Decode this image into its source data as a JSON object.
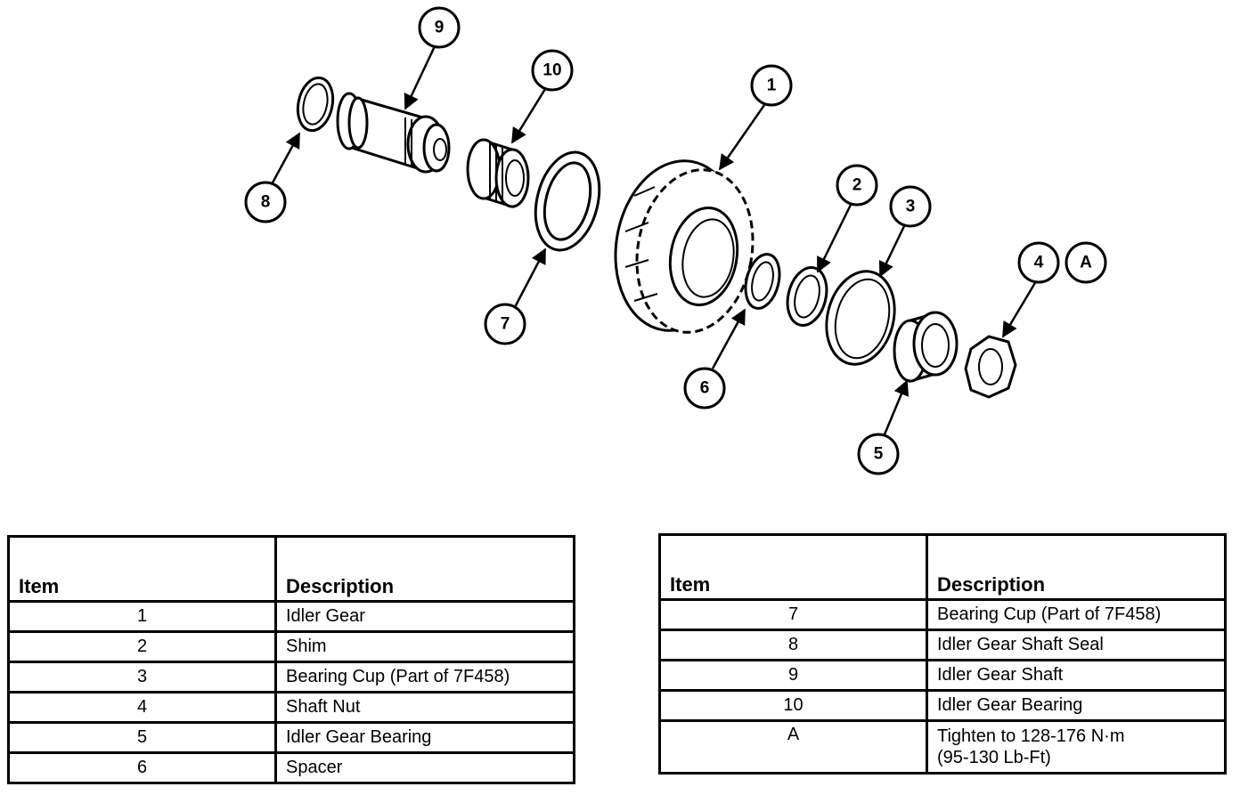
{
  "callouts": [
    "9",
    "10",
    "1",
    "8",
    "7",
    "2",
    "3",
    "4",
    "A",
    "6",
    "5"
  ],
  "left_table": {
    "header_item": "Item",
    "header_description": "Description",
    "rows": [
      {
        "item": "1",
        "description": "Idler Gear"
      },
      {
        "item": "2",
        "description": "Shim"
      },
      {
        "item": "3",
        "description": "Bearing Cup (Part of 7F458)"
      },
      {
        "item": "4",
        "description": "Shaft Nut"
      },
      {
        "item": "5",
        "description": "Idler Gear Bearing"
      },
      {
        "item": "6",
        "description": "Spacer"
      }
    ]
  },
  "right_table": {
    "header_item": "Item",
    "header_description": "Description",
    "rows": [
      {
        "item": "7",
        "description": "Bearing Cup (Part of 7F458)"
      },
      {
        "item": "8",
        "description": "Idler Gear Shaft Seal"
      },
      {
        "item": "9",
        "description": "Idler Gear Shaft"
      },
      {
        "item": "10",
        "description": "Idler Gear Bearing"
      },
      {
        "item": "A",
        "description": "Tighten to 128-176 N·m",
        "description_line2": "(95-130 Lb-Ft)"
      }
    ]
  }
}
